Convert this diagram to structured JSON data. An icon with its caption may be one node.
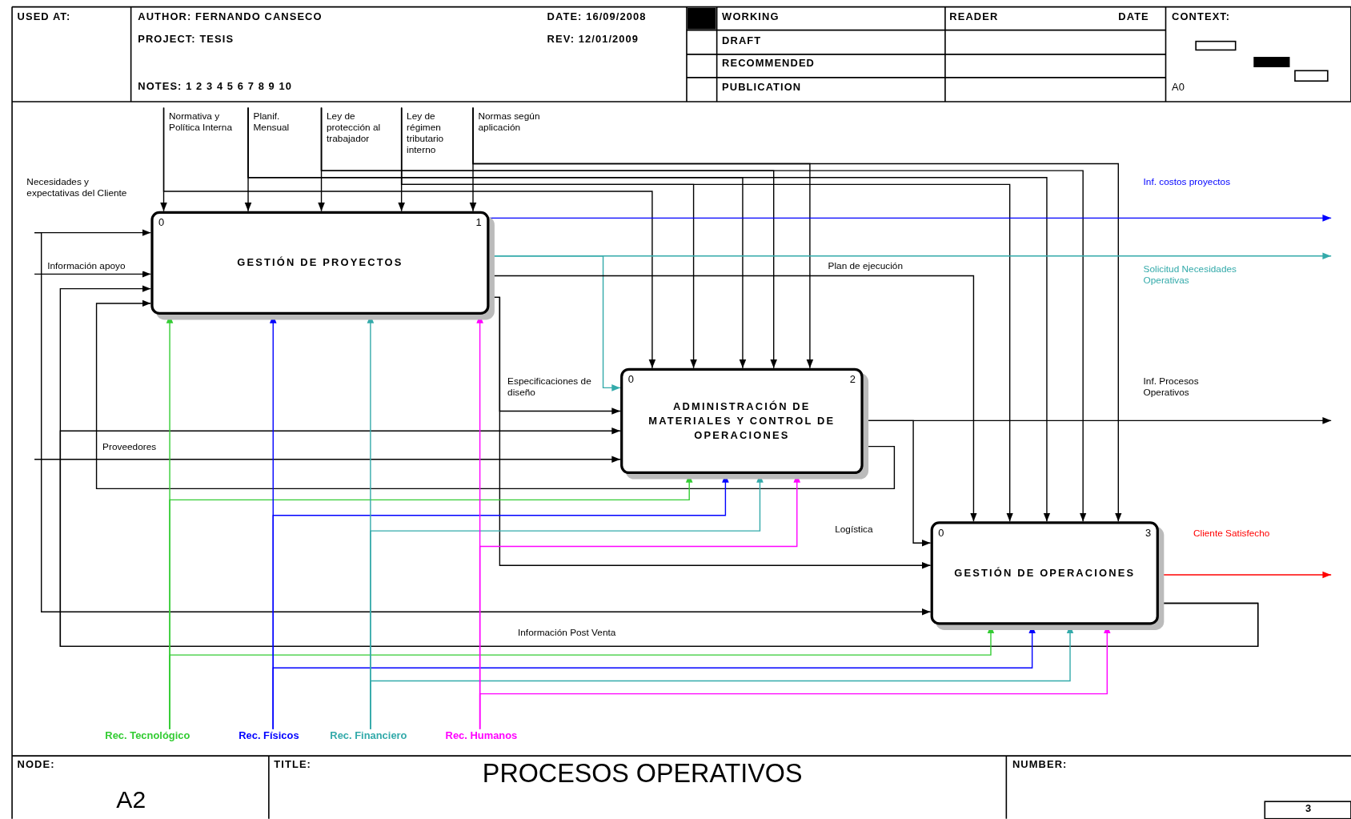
{
  "diagram": {
    "title": "PROCESOS OPERATIVOS",
    "nodes": [
      {
        "text": [
          "0",
          "1",
          "GESTIÓN DE PROYECTOS"
        ]
      },
      {
        "text": [
          "0",
          "2",
          "ADMINISTRACIÓN DE MATERIALES Y CONTROL DE OPERACIONES"
        ]
      },
      {
        "text": [
          "0",
          "3",
          "GESTIÓN DE OPERACIONES"
        ]
      },
      {
        "text": [
          "Rec. Tecnológico"
        ]
      },
      {
        "text": [
          "Rec. Físicos"
        ]
      },
      {
        "text": [
          "Rec. Financiero"
        ]
      },
      {
        "text": [
          "Rec. Humanos"
        ]
      }
    ],
    "edges": [
      {
        "from": null,
        "to": 0,
        "arrow": "to",
        "label": "Normativa y Política Interna"
      },
      {
        "from": null,
        "to": 1,
        "arrow": "to"
      },
      {
        "from": null,
        "to": 0,
        "arrow": "to",
        "label": "Planif. Mensual"
      },
      {
        "from": null,
        "to": 1,
        "arrow": "to"
      },
      {
        "from": null,
        "to": 2,
        "arrow": "to"
      },
      {
        "from": null,
        "to": 0,
        "arrow": "to",
        "label": "Ley de protección al trabajador"
      },
      {
        "from": null,
        "to": 1,
        "arrow": "to"
      },
      {
        "from": null,
        "to": 2,
        "arrow": "to"
      },
      {
        "from": null,
        "to": 0,
        "arrow": "to",
        "label": "Ley de régimen tributario interno"
      },
      {
        "from": null,
        "to": 1,
        "arrow": "to"
      },
      {
        "from": null,
        "to": 2,
        "arrow": "to"
      },
      {
        "from": null,
        "to": 0,
        "arrow": "to",
        "label": "Normas según aplicación"
      },
      {
        "from": null,
        "to": 1,
        "arrow": "to"
      },
      {
        "from": null,
        "to": 2,
        "arrow": "to"
      },
      {
        "from": null,
        "to": 0,
        "arrow": "to",
        "label": "Necesidades y expectativas del Cliente"
      },
      {
        "from": null,
        "to": 2,
        "arrow": "to"
      },
      {
        "from": null,
        "to": 0,
        "arrow": "to",
        "label": "Información apoyo"
      },
      {
        "from": 2,
        "to": 0,
        "arrow": "to",
        "label": "Información Post Venta"
      },
      {
        "from": 2,
        "to": 1,
        "arrow": "to"
      },
      {
        "from": 1,
        "to": 0,
        "arrow": "to"
      },
      {
        "from": null,
        "to": 1,
        "arrow": "to",
        "label": "Proveedores"
      },
      {
        "from": 0,
        "to": null,
        "arrow": "to",
        "label": "Inf. costos proyectos",
        "color": "#0000ff"
      },
      {
        "from": 0,
        "to": null,
        "arrow": "to",
        "label": "Solicitud Necesidades Operativas",
        "color": "#33aaaa"
      },
      {
        "from": 0,
        "to": 1,
        "arrow": "to",
        "color": "#33aaaa"
      },
      {
        "from": 0,
        "to": 2,
        "arrow": "to",
        "label": "Plan de ejecución"
      },
      {
        "from": 0,
        "to": 1,
        "arrow": "to",
        "label": "Especificaciones de diseño"
      },
      {
        "from": 0,
        "to": 2,
        "arrow": "to"
      },
      {
        "from": 1,
        "to": null,
        "arrow": "to",
        "label": "Inf. Procesos Operativos"
      },
      {
        "from": 1,
        "to": 2,
        "arrow": "to",
        "label": "Logística"
      },
      {
        "from": 2,
        "to": null,
        "arrow": "to",
        "label": "Cliente Satisfecho",
        "color": "#ff0000"
      },
      {
        "from": 3,
        "to": 0,
        "arrow": "to",
        "color": "#33cc33"
      },
      {
        "from": 3,
        "to": 1,
        "arrow": "to",
        "color": "#33cc33"
      },
      {
        "from": 3,
        "to": 2,
        "arrow": "to",
        "color": "#33cc33"
      },
      {
        "from": 4,
        "to": 0,
        "arrow": "to",
        "color": "#0000ff"
      },
      {
        "from": 4,
        "to": 1,
        "arrow": "to",
        "color": "#0000ff"
      },
      {
        "from": 4,
        "to": 2,
        "arrow": "to",
        "color": "#0000ff"
      },
      {
        "from": 5,
        "to": 0,
        "arrow": "to",
        "color": "#33aaaa"
      },
      {
        "from": 5,
        "to": 1,
        "arrow": "to",
        "color": "#33aaaa"
      },
      {
        "from": 5,
        "to": 2,
        "arrow": "to",
        "color": "#33aaaa"
      },
      {
        "from": 6,
        "to": 0,
        "arrow": "to",
        "color": "#ff00ff"
      },
      {
        "from": 6,
        "to": 1,
        "arrow": "to",
        "color": "#ff00ff"
      },
      {
        "from": 6,
        "to": 2,
        "arrow": "to",
        "color": "#ff00ff"
      }
    ],
    "labels": [
      "USED AT:",
      "AUTHOR: FERNANDO CANSECO",
      "DATE: 16/09/2008",
      "WORKING",
      "READER",
      "DATE",
      "CONTEXT:",
      "PROJECT: TESIS",
      "REV: 12/01/2009",
      "DRAFT",
      "RECOMMENDED",
      "NOTES: 1 2 3 4 5 6 7 8 9 10",
      "PUBLICATION",
      "A0",
      "NODE:",
      "TITLE:",
      "NUMBER:",
      "A2",
      "3"
    ]
  }
}
